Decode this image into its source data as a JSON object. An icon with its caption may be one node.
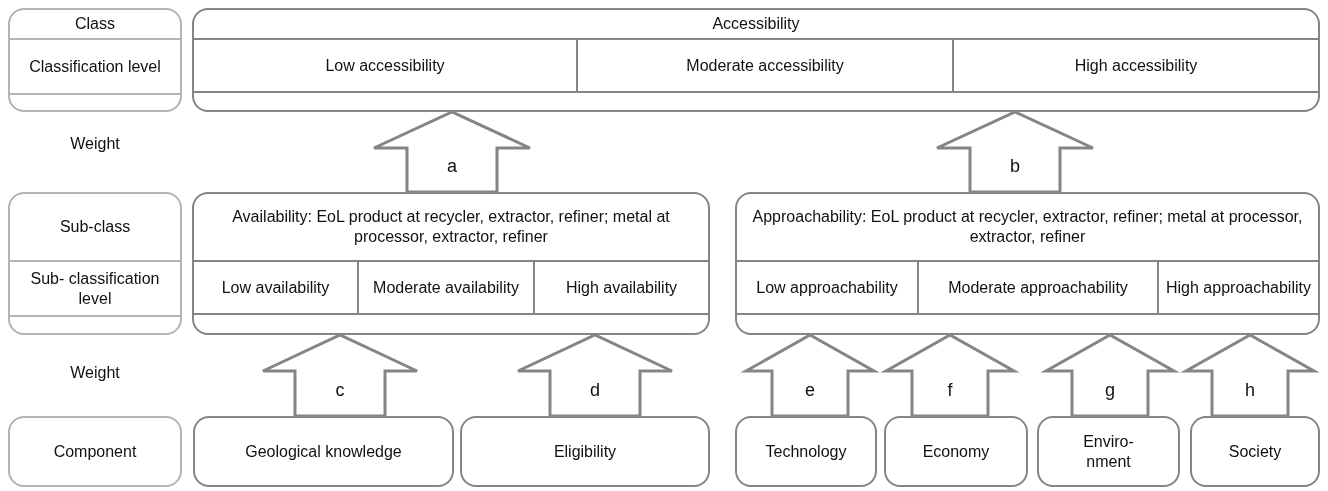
{
  "diagram": {
    "nodes": [
      {
        "text": [
          "Class",
          "Classification level"
        ]
      },
      {
        "text": [
          "Sub-class",
          "Sub- classification level"
        ]
      },
      {
        "text": [
          "Component"
        ]
      },
      {
        "text": [
          "Accessibility"
        ]
      },
      {
        "text": [
          "Low accessibility"
        ],
        "in": 3
      },
      {
        "text": [
          "Moderate accessibility"
        ],
        "in": 3
      },
      {
        "text": [
          "High accessibility"
        ],
        "in": 3
      },
      {
        "text": [
          "Availability: EoL product at recycler, extractor, refiner; metal at processor, extractor, refiner"
        ]
      },
      {
        "text": [
          "Low availability"
        ],
        "in": 7
      },
      {
        "text": [
          "Moderate availability"
        ],
        "in": 7
      },
      {
        "text": [
          "High availability"
        ],
        "in": 7
      },
      {
        "text": [
          "Approachability: EoL product at recycler, extractor, refiner; metal at processor, extractor, refiner"
        ]
      },
      {
        "text": [
          "Low approachability"
        ],
        "in": 11
      },
      {
        "text": [
          "Moderate approachability"
        ],
        "in": 11
      },
      {
        "text": [
          "High approachability"
        ],
        "in": 11
      },
      {
        "text": [
          "Geological knowledge"
        ]
      },
      {
        "text": [
          "Eligibility"
        ]
      },
      {
        "text": [
          "Technology"
        ]
      },
      {
        "text": [
          "Economy"
        ]
      },
      {
        "text": [
          "Enviro- nment"
        ]
      },
      {
        "text": [
          "Society"
        ]
      }
    ],
    "edges": [
      {
        "from": 7,
        "to": 3,
        "arrow": "to",
        "label": "a"
      },
      {
        "from": 11,
        "to": 3,
        "arrow": "to",
        "label": "b"
      },
      {
        "from": 15,
        "to": 7,
        "arrow": "to",
        "label": "c"
      },
      {
        "from": 16,
        "to": 7,
        "arrow": "to",
        "label": "d"
      },
      {
        "from": 17,
        "to": 11,
        "arrow": "to",
        "label": "e"
      },
      {
        "from": 18,
        "to": 11,
        "arrow": "to",
        "label": "f"
      },
      {
        "from": 19,
        "to": 11,
        "arrow": "to",
        "label": "g"
      },
      {
        "from": 20,
        "to": 11,
        "arrow": "to",
        "label": "h"
      }
    ],
    "labels": [
      "Weight",
      "Weight"
    ]
  }
}
